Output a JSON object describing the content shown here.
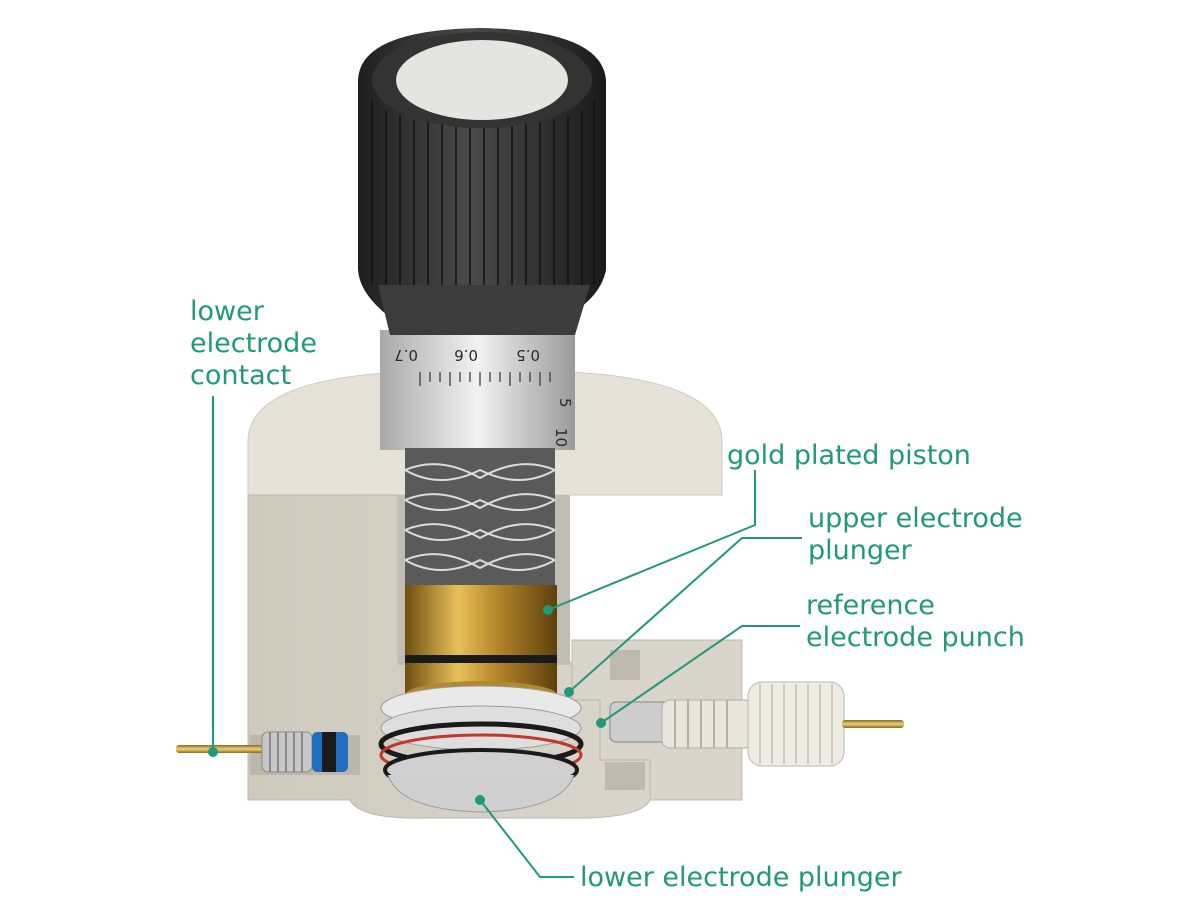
{
  "labels": {
    "lower_electrode_contact": [
      "lower",
      "electrode",
      "contact"
    ],
    "gold_plated_piston": [
      "gold plated piston"
    ],
    "upper_electrode_plunger": [
      "upper electrode",
      "plunger"
    ],
    "reference_electrode_punch": [
      "reference",
      "electrode punch"
    ],
    "lower_electrode_plunger": [
      "lower electrode plunger"
    ]
  },
  "dial_scale": {
    "ring_numbers": [
      "0.7",
      "0.6",
      "0.5"
    ],
    "side_numbers": [
      "5",
      "10"
    ]
  },
  "colors": {
    "label_text": "#1f9a78",
    "leader_line": "#1f9a78",
    "body": "#d6d2c7",
    "knob": "#2a2a2a",
    "gold": "#c99a2e"
  }
}
